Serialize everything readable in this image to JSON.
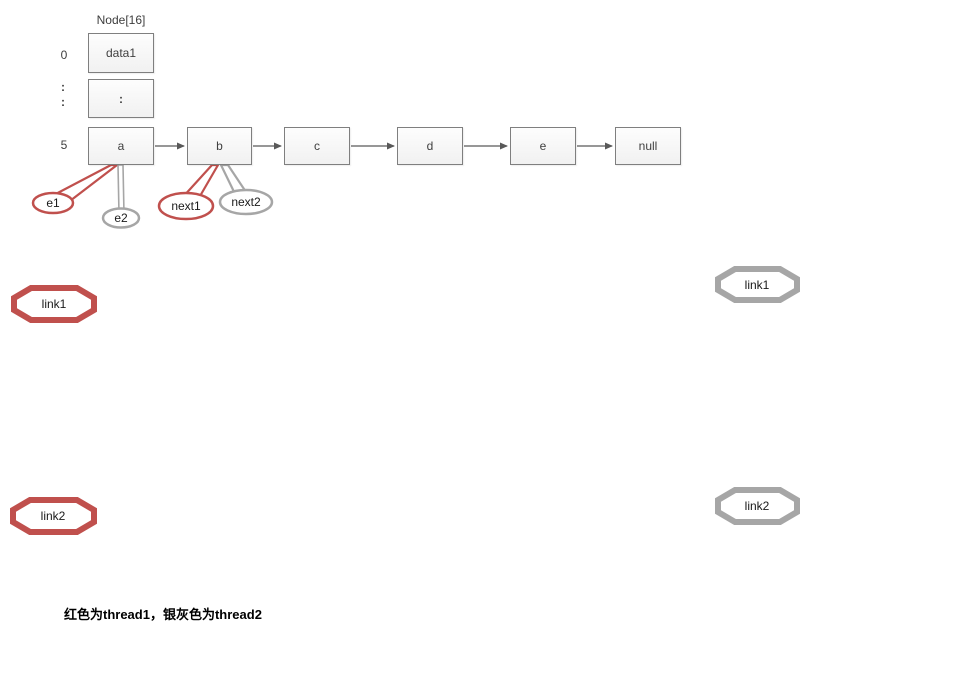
{
  "colors": {
    "thread1": "#C0504D",
    "thread2": "#A6A6A6",
    "box_border": "#7F7F7F",
    "arrow": "#595959"
  },
  "array": {
    "title": "Node[16]",
    "indexes": {
      "first": "0",
      "dots": ":",
      "last": "5"
    },
    "cells": {
      "data1": "data1",
      "dots": ":"
    }
  },
  "list": {
    "nodes": [
      "a",
      "b",
      "c",
      "d",
      "e",
      "null"
    ]
  },
  "callouts": {
    "e1": {
      "label": "e1",
      "thread": "thread1"
    },
    "e2": {
      "label": "e2",
      "thread": "thread2"
    },
    "next1": {
      "label": "next1",
      "thread": "thread1"
    },
    "next2": {
      "label": "next2",
      "thread": "thread2"
    }
  },
  "links": {
    "link1_thread1": {
      "label": "link1"
    },
    "link1_thread2": {
      "label": "link1"
    },
    "link2_thread1": {
      "label": "link2"
    },
    "link2_thread2": {
      "label": "link2"
    }
  },
  "legend": {
    "text": "红色为thread1，银灰色为thread2"
  }
}
